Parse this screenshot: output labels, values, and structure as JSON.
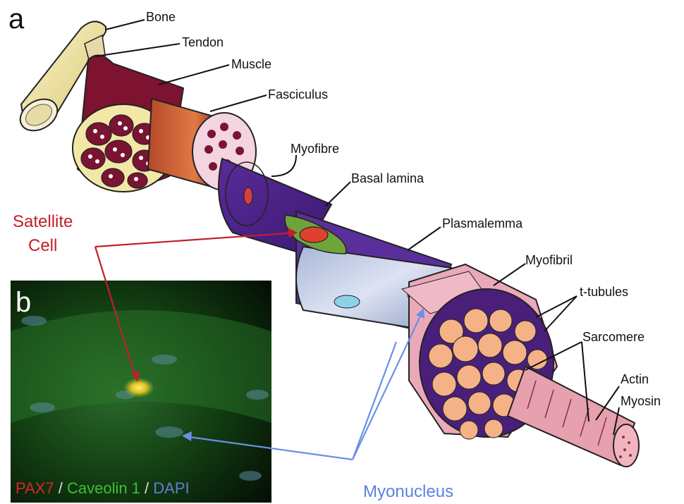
{
  "panel_a_letter": "a",
  "panel_b_letter": "b",
  "labels": {
    "bone": "Bone",
    "tendon": "Tendon",
    "muscle": "Muscle",
    "fasciculus": "Fasciculus",
    "myofibre": "Myofibre",
    "basal_lamina": "Basal lamina",
    "plasmalemma": "Plasmalemma",
    "myofibril": "Myofibril",
    "t_tubules": "t-tubules",
    "sarcomere": "Sarcomere",
    "actin": "Actin",
    "myosin": "Myosin"
  },
  "satellite_cell": {
    "line1": "Satellite",
    "line2": "Cell",
    "color": "#c0202a"
  },
  "myonucleus": {
    "label": "Myonucleus",
    "color": "#5b82e0"
  },
  "legend": {
    "pax7": "PAX7",
    "sep1": " / ",
    "caveolin": "Caveolin 1",
    "sep2": " / ",
    "dapi": "DAPI",
    "colors": {
      "pax7": "#d8262a",
      "caveolin": "#3fbf3a",
      "dapi": "#5d7fd6",
      "sep": "#dddddd"
    }
  }
}
